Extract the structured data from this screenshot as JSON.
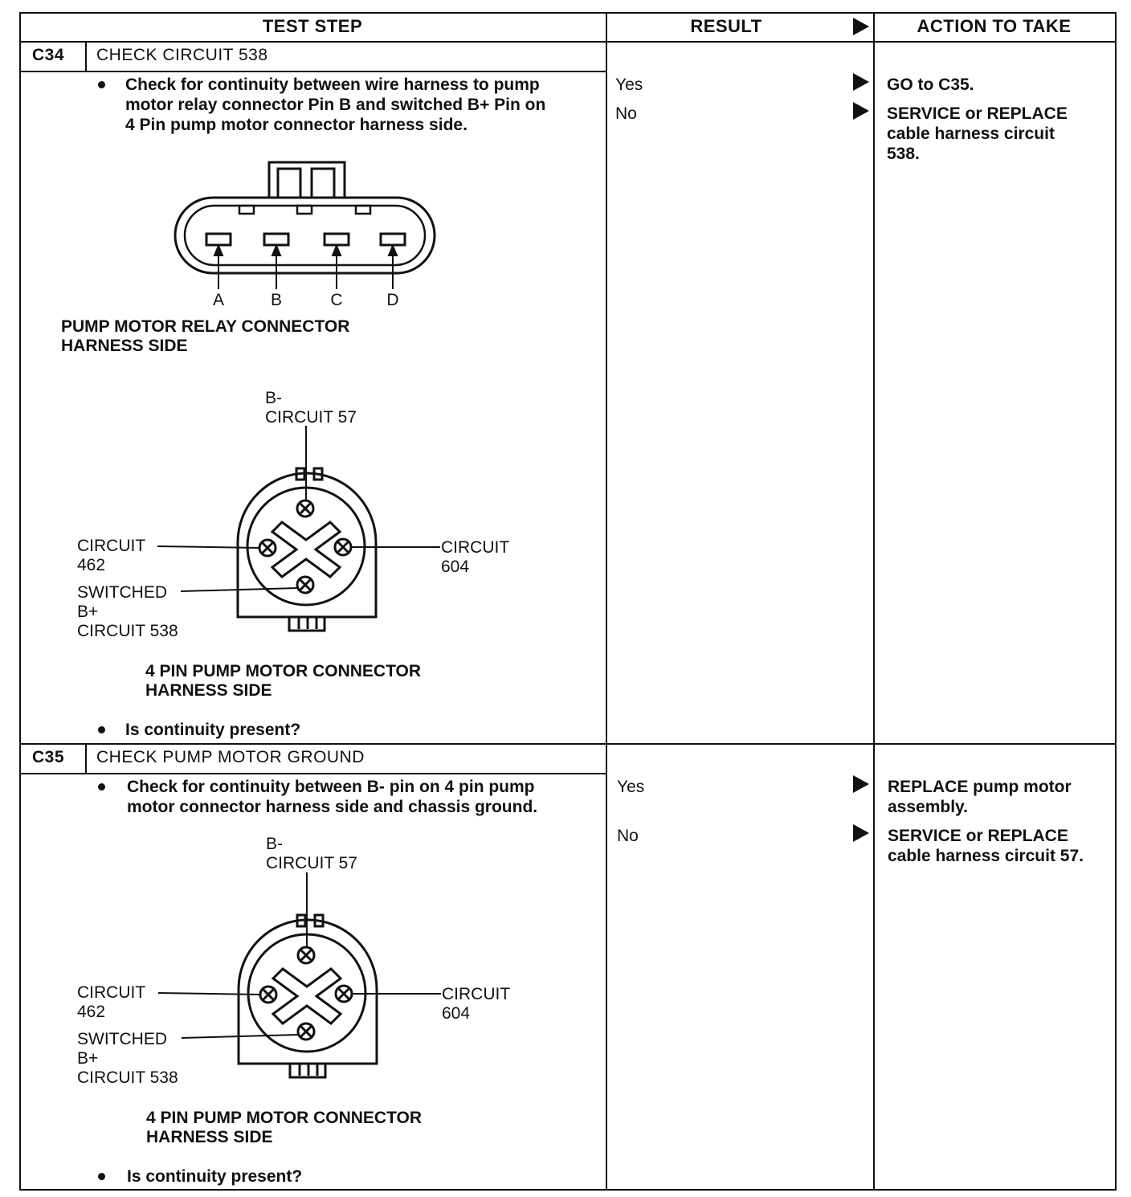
{
  "header": {
    "test_step": "TEST STEP",
    "result": "RESULT",
    "action": "ACTION TO TAKE"
  },
  "steps": [
    {
      "id": "C34",
      "title": "CHECK CIRCUIT 538",
      "instruction": "Check for continuity between wire harness to pump\nmotor relay connector Pin B and switched B+ Pin on\n4 Pin pump motor connector harness side.",
      "relay_connector": {
        "pins": [
          "A",
          "B",
          "C",
          "D"
        ],
        "caption": "PUMP MOTOR RELAY CONNECTOR\nHARNESS SIDE"
      },
      "pump_connector": {
        "top_label": "B-\nCIRCUIT 57",
        "left_label": "CIRCUIT\n462",
        "right_label": "CIRCUIT\n604",
        "bottom_label": "SWITCHED\nB+\nCIRCUIT 538",
        "caption": "4 PIN PUMP MOTOR CONNECTOR\nHARNESS SIDE"
      },
      "question": "Is continuity present?",
      "results": [
        {
          "result": "Yes",
          "action": "GO to C35."
        },
        {
          "result": "No",
          "action": "SERVICE or REPLACE\ncable harness circuit\n538."
        }
      ]
    },
    {
      "id": "C35",
      "title": "CHECK PUMP MOTOR GROUND",
      "instruction": "Check for continuity between B- pin on 4 pin pump\nmotor connector harness side and chassis ground.",
      "pump_connector": {
        "top_label": "B-\nCIRCUIT 57",
        "left_label": "CIRCUIT\n462",
        "right_label": "CIRCUIT\n604",
        "bottom_label": "SWITCHED\nB+\nCIRCUIT 538",
        "caption": "4 PIN PUMP MOTOR CONNECTOR\nHARNESS SIDE"
      },
      "question": "Is continuity present?",
      "results": [
        {
          "result": "Yes",
          "action": "REPLACE pump motor\nassembly."
        },
        {
          "result": "No",
          "action": "SERVICE or REPLACE\ncable harness circuit 57."
        }
      ]
    }
  ]
}
